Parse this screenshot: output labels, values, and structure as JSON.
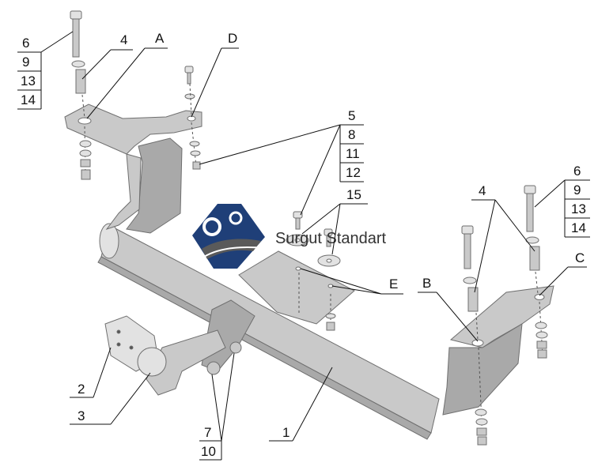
{
  "watermark": {
    "brand": "Surgut Standart"
  },
  "callouts": {
    "c1": "1",
    "c2": "2",
    "c3": "3",
    "c4_left": "4",
    "c4_right": "4",
    "c6_left": "6",
    "c9_left": "9",
    "c13_left": "13",
    "c14_left": "14",
    "c6_right": "6",
    "c9_right": "9",
    "c13_right": "13",
    "c14_right": "14",
    "c5": "5",
    "c8": "8",
    "c11": "11",
    "c12": "12",
    "c15": "15",
    "c7": "7",
    "c10": "10",
    "A": "A",
    "B": "B",
    "C": "C",
    "D": "D",
    "E": "E"
  },
  "colors": {
    "metal": "#c9c9c9",
    "metal_dark": "#a9a9a9",
    "logo_blue": "#1f3f78",
    "logo_grey": "#5a5a5a"
  }
}
